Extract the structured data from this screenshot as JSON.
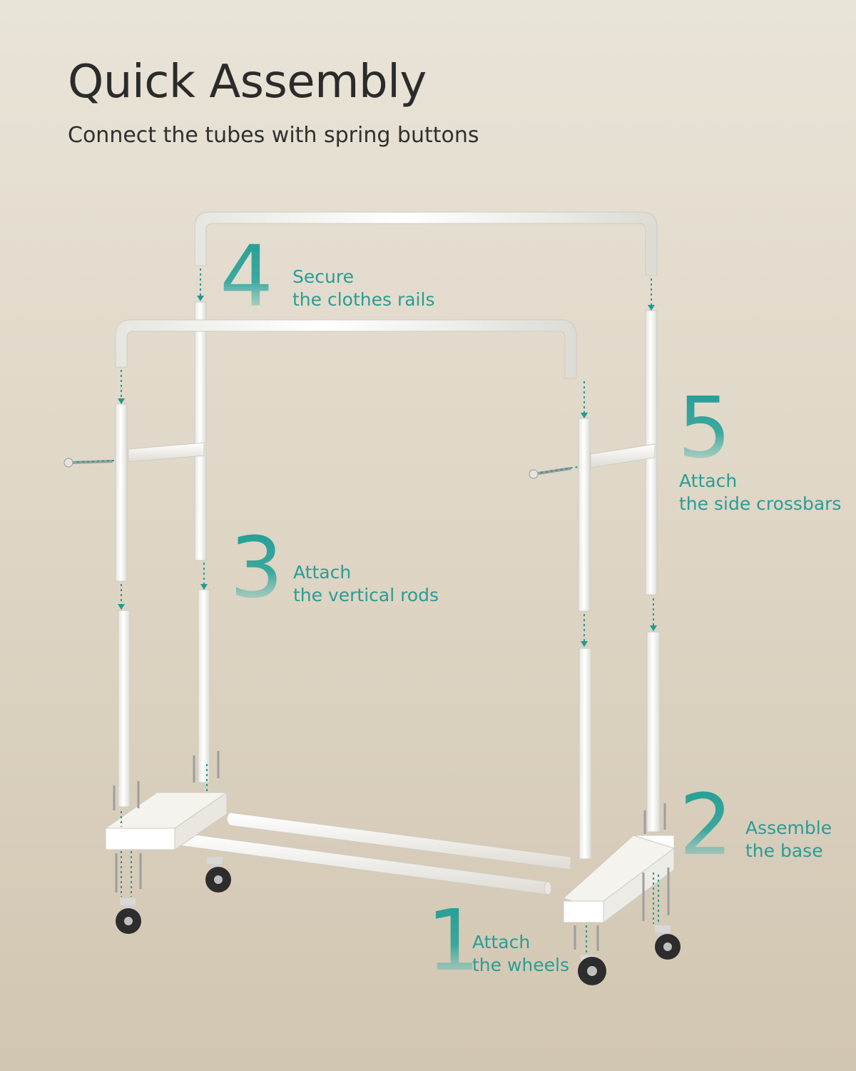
{
  "header": {
    "title": "Quick Assembly",
    "subtitle": "Connect the tubes with spring buttons"
  },
  "colors": {
    "background": "#e3dccd",
    "accent": "#1f9b93",
    "rack": "#f8f8f5",
    "wheel": "#2a2a2a"
  },
  "steps": [
    {
      "number": "1",
      "line1": "Attach",
      "line2": "the wheels"
    },
    {
      "number": "2",
      "line1": "Assemble",
      "line2": "the base"
    },
    {
      "number": "3",
      "line1": "Attach",
      "line2": "the vertical rods"
    },
    {
      "number": "4",
      "line1": "Secure",
      "line2": "the clothes rails"
    },
    {
      "number": "5",
      "line1": "Attach",
      "line2": "the side crossbars"
    }
  ]
}
